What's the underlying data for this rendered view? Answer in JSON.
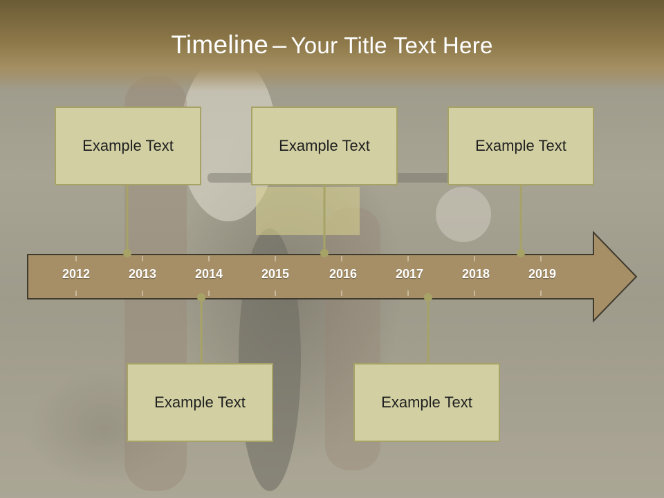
{
  "title": {
    "main": "Timeline",
    "separator": "–",
    "subtitle": "Your Title Text Here"
  },
  "timeline": {
    "years": [
      "2012",
      "2013",
      "2014",
      "2015",
      "2016",
      "2017",
      "2018",
      "2019"
    ],
    "colors": {
      "arrow_fill": "#a68f66",
      "arrow_stroke": "#3f3a2e",
      "box_fill": "#d2d0a3",
      "box_border": "#a7a367"
    }
  },
  "events": {
    "top": [
      {
        "label": "Example Text"
      },
      {
        "label": "Example Text"
      },
      {
        "label": "Example Text"
      }
    ],
    "bottom": [
      {
        "label": "Example Text"
      },
      {
        "label": "Example Text"
      }
    ]
  }
}
